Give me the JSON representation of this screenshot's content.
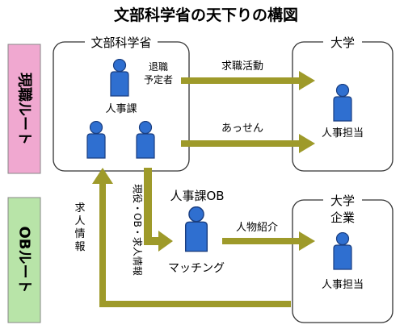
{
  "title": "文部科学省の天下りの構図",
  "routes": {
    "current": {
      "label": "現職ルート",
      "color": "#f0a8d0"
    },
    "ob": {
      "label": "OBルート",
      "color": "#b8e4a8"
    }
  },
  "boxes": {
    "ministry": {
      "title": "文部科学省"
    },
    "university_top": {
      "title": "大学"
    },
    "university_bottom": {
      "title_line1": "大学",
      "title_line2": "企業"
    }
  },
  "people": {
    "retiring": {
      "label_line1": "退職",
      "label_line2": "予定者"
    },
    "personnel_section": {
      "label": "人事課"
    },
    "personnel_ob": {
      "label": "人事課OB"
    },
    "matching": {
      "label": "マッチング"
    },
    "univ_hr_top": {
      "label": "人事担当"
    },
    "univ_hr_bottom": {
      "label": "人事担当"
    }
  },
  "arrows": {
    "job_hunting": "求職活動",
    "mediation": "あっせん",
    "referral": "人物紹介",
    "current_ob_info": "現役・OB・求人情報",
    "job_info": [
      "求",
      "人",
      "情",
      "報"
    ]
  },
  "colors": {
    "arrow": "#9e9a2a",
    "person": "#2f6fd0",
    "person_stroke": "#1a3e80",
    "box_border": "#333333"
  }
}
